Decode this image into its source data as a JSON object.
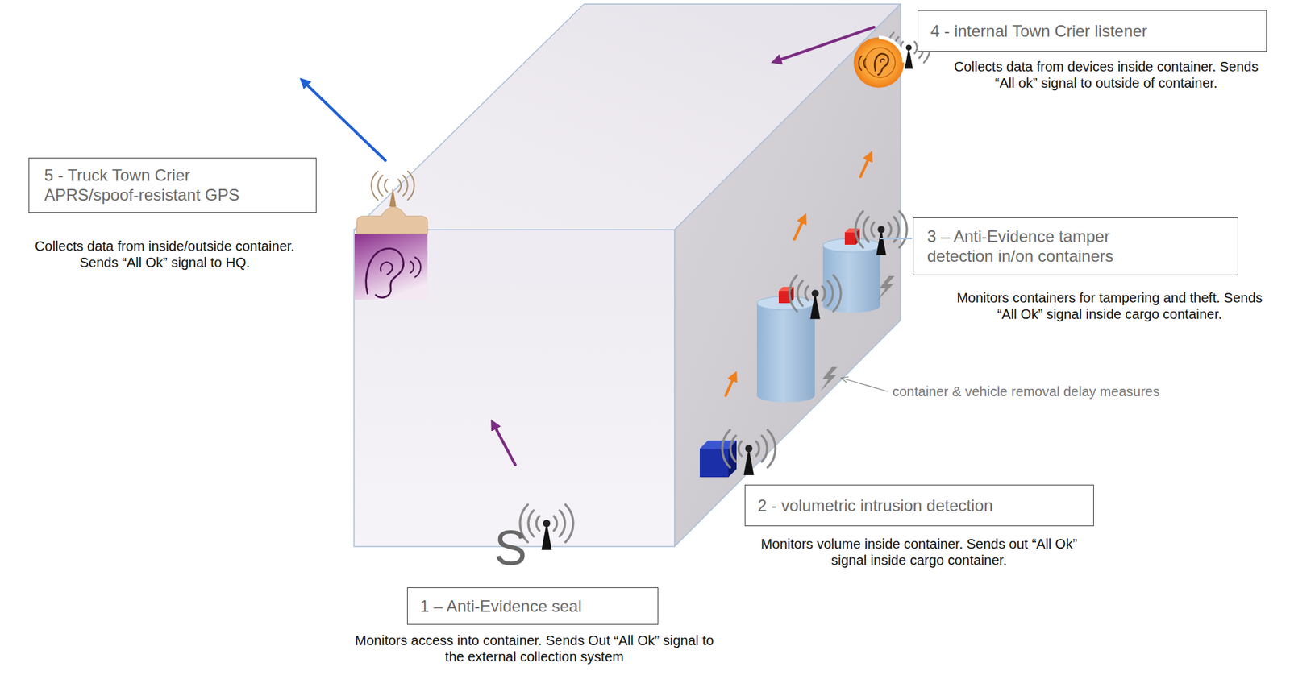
{
  "diagram": {
    "nodes": [
      {
        "text": [
          "1 – Anti-Evidence seal",
          "Monitors access into container. Sends Out “All Ok” signal to the external collection system"
        ]
      },
      {
        "text": [
          "2 - volumetric intrusion detection",
          "Monitors volume inside container. Sends out “All Ok” signal inside cargo container."
        ]
      },
      {
        "text": [
          "3 – Anti-Evidence tamper detection in/on containers",
          "Monitors containers for tampering and theft. Sends “All Ok” signal inside cargo container."
        ]
      },
      {
        "text": [
          "4 - internal Town Crier listener",
          "Collects data from devices inside container. Sends “All ok” signal to outside of container."
        ]
      },
      {
        "text": [
          "5 - Truck Town Crier APRS/spoof-resistant GPS",
          "Collects data from inside/outside container. Sends “All Ok” signal to HQ."
        ]
      }
    ],
    "labels": [
      "S",
      "container & vehicle removal delay measures"
    ]
  }
}
